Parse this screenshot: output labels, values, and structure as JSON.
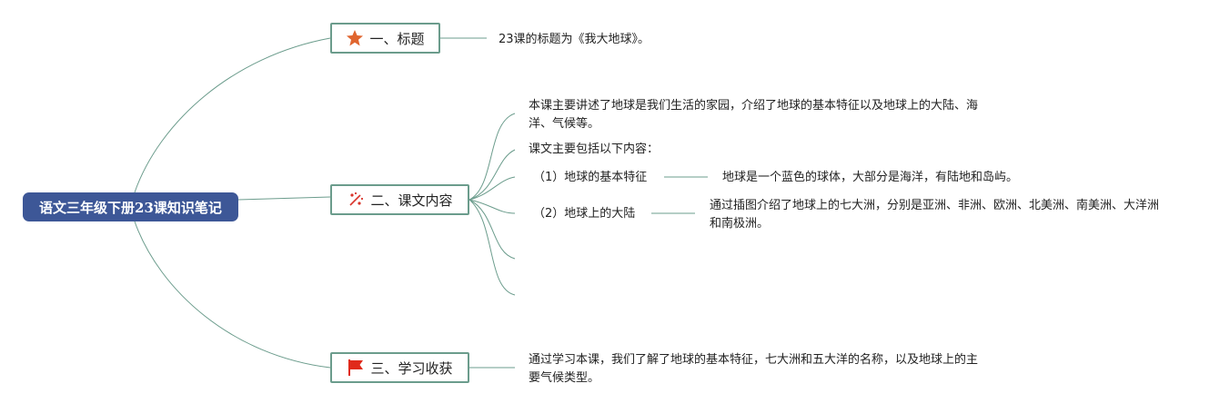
{
  "root": {
    "title": "语文三年级下册23课知识笔记"
  },
  "branches": [
    {
      "label": "一、标题",
      "icon": "star-icon",
      "leaves": [
        {
          "text": "23课的标题为《我大地球》。"
        }
      ]
    },
    {
      "label": "二、课文内容",
      "icon": "sparkle-icon",
      "leaves": [
        {
          "text": "本课主要讲述了地球是我们生活的家园，介绍了地球的基本特征以及地球上的大陆、海洋、气候等。"
        },
        {
          "text": "课文主要包括以下内容："
        },
        {
          "text": "（1）地球的基本特征",
          "child": "地球是一个蓝色的球体，大部分是海洋，有陆地和岛屿。"
        },
        {
          "text": "（2）地球上的大陆",
          "child": "通过插图介绍了地球上的七大洲，分别是亚洲、非洲、欧洲、北美洲、南美洲、大洋洲和南极洲。"
        },
        {
          "text": ""
        },
        {
          "text": ""
        }
      ]
    },
    {
      "label": "三、学习收获",
      "icon": "flag-icon",
      "leaves": [
        {
          "text": "通过学习本课，我们了解了地球的基本特征，七大洲和五大洋的名称，以及地球上的主要气候类型。"
        }
      ]
    }
  ],
  "colors": {
    "root_fill": "#3d5797",
    "branch_border": "#6b9c8c",
    "connector": "#6b9c8c",
    "star_icon": "#e0652f",
    "flag_icon": "#e02a1b",
    "sparkle_icon": "#d9342b"
  }
}
